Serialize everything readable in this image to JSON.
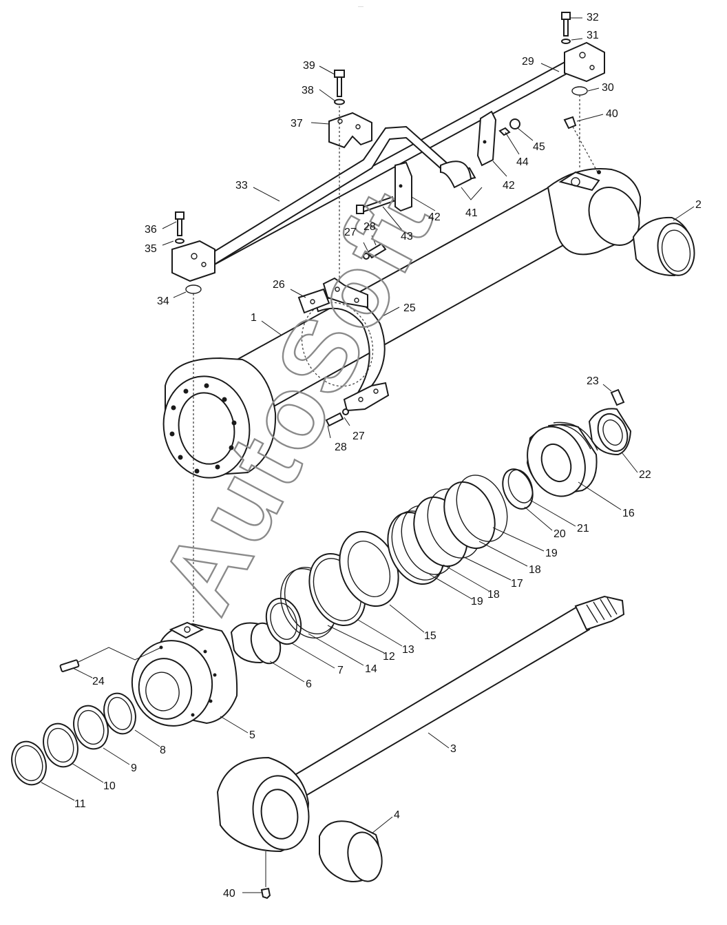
{
  "watermark": "AutoSoft",
  "header_mark": "—",
  "callouts": [
    {
      "id": "c1",
      "label": "1"
    },
    {
      "id": "c2",
      "label": "2"
    },
    {
      "id": "c3",
      "label": "3"
    },
    {
      "id": "c4",
      "label": "4"
    },
    {
      "id": "c5",
      "label": "5"
    },
    {
      "id": "c6",
      "label": "6"
    },
    {
      "id": "c7",
      "label": "7"
    },
    {
      "id": "c8",
      "label": "8"
    },
    {
      "id": "c9",
      "label": "9"
    },
    {
      "id": "c10",
      "label": "10"
    },
    {
      "id": "c11",
      "label": "11"
    },
    {
      "id": "c12",
      "label": "12"
    },
    {
      "id": "c13",
      "label": "13"
    },
    {
      "id": "c14",
      "label": "14"
    },
    {
      "id": "c15",
      "label": "15"
    },
    {
      "id": "c16",
      "label": "16"
    },
    {
      "id": "c17",
      "label": "17"
    },
    {
      "id": "c18a",
      "label": "18"
    },
    {
      "id": "c18b",
      "label": "18"
    },
    {
      "id": "c19a",
      "label": "19"
    },
    {
      "id": "c19b",
      "label": "19"
    },
    {
      "id": "c20",
      "label": "20"
    },
    {
      "id": "c21",
      "label": "21"
    },
    {
      "id": "c22",
      "label": "22"
    },
    {
      "id": "c23",
      "label": "23"
    },
    {
      "id": "c24",
      "label": "24"
    },
    {
      "id": "c25",
      "label": "25"
    },
    {
      "id": "c26",
      "label": "26"
    },
    {
      "id": "c27a",
      "label": "27"
    },
    {
      "id": "c27b",
      "label": "27"
    },
    {
      "id": "c28a",
      "label": "28"
    },
    {
      "id": "c28b",
      "label": "28"
    },
    {
      "id": "c29",
      "label": "29"
    },
    {
      "id": "c30",
      "label": "30"
    },
    {
      "id": "c31",
      "label": "31"
    },
    {
      "id": "c32",
      "label": "32"
    },
    {
      "id": "c33",
      "label": "33"
    },
    {
      "id": "c34",
      "label": "34"
    },
    {
      "id": "c35",
      "label": "35"
    },
    {
      "id": "c36",
      "label": "36"
    },
    {
      "id": "c37",
      "label": "37"
    },
    {
      "id": "c38",
      "label": "38"
    },
    {
      "id": "c39",
      "label": "39"
    },
    {
      "id": "c40a",
      "label": "40"
    },
    {
      "id": "c40b",
      "label": "40"
    },
    {
      "id": "c41",
      "label": "41"
    },
    {
      "id": "c42a",
      "label": "42"
    },
    {
      "id": "c42b",
      "label": "42"
    },
    {
      "id": "c43",
      "label": "43"
    },
    {
      "id": "c44",
      "label": "44"
    },
    {
      "id": "c45",
      "label": "45"
    }
  ]
}
